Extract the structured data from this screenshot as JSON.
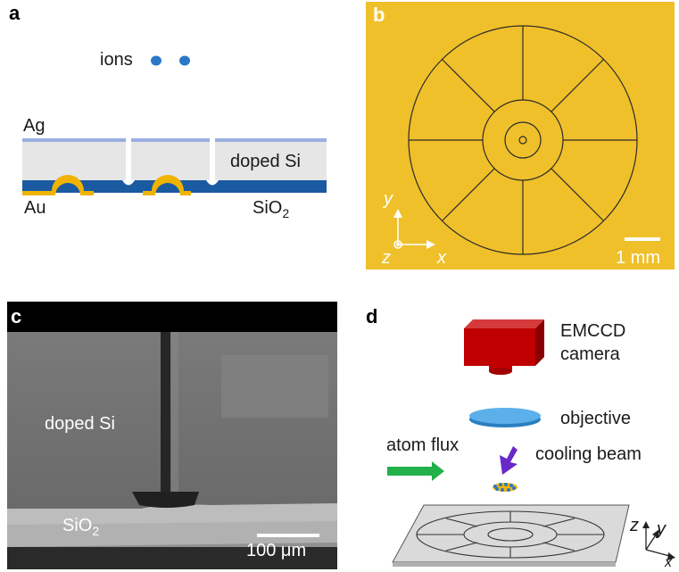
{
  "panel_a": {
    "label": "a",
    "ions": "ions",
    "ag": "Ag",
    "au": "Au",
    "doped_si": "doped Si",
    "sio2_main": "SiO",
    "sio2_sub": "2",
    "colors": {
      "ag": "#9aaee0",
      "si": "#e6e6e6",
      "sio2": "#1a5aa0",
      "au": "#f0b400",
      "ion": "#2a78c8"
    }
  },
  "panel_b": {
    "label": "b",
    "axis_y": "y",
    "axis_x": "x",
    "axis_z": "z",
    "scale": "1 mm",
    "colors": {
      "background": "#f0c02a"
    }
  },
  "panel_c": {
    "label": "c",
    "doped_si": "doped Si",
    "sio2_main": "SiO",
    "sio2_sub": "2",
    "scale": "100 μm"
  },
  "panel_d": {
    "label": "d",
    "camera_line1": "EMCCD",
    "camera_line2": "camera",
    "objective": "objective",
    "atom_flux": "atom flux",
    "cooling_beam": "cooling beam",
    "axis_z": "z",
    "axis_y": "y",
    "axis_x": "x",
    "colors": {
      "camera": "#c00000",
      "objective": "#4da3e0",
      "flux": "#22b04a",
      "beam": "#6a28c8",
      "chip": "#d9d9d9"
    }
  }
}
